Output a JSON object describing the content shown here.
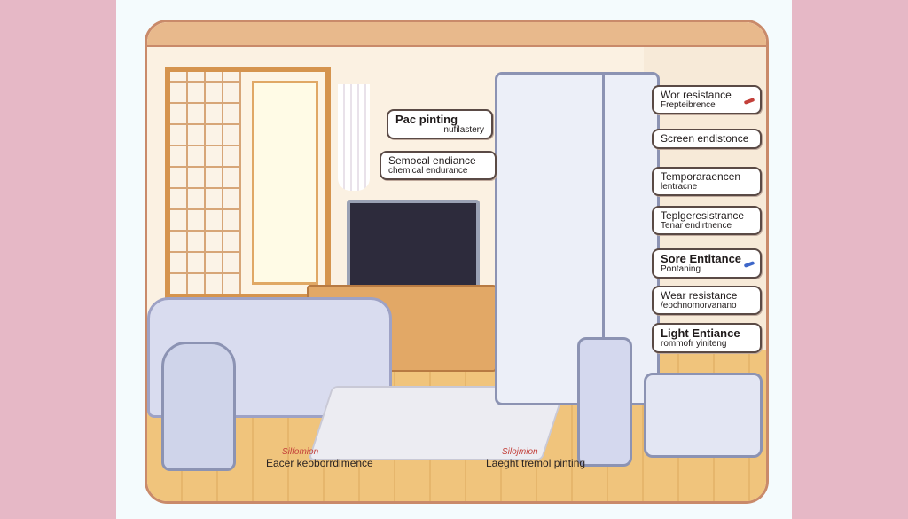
{
  "left_column_labels": [
    {
      "line1": "Pac pinting",
      "line2": "nufilastery"
    },
    {
      "line1": "Semocal endiance",
      "line2": "chemical endurance"
    }
  ],
  "right_column_labels": [
    {
      "line1": "Wor resistance",
      "line2": "Frepteibrence"
    },
    {
      "line1": "Screen endistonce",
      "line2": ""
    },
    {
      "line1": "Temporaraencen",
      "line2": "lentracne"
    },
    {
      "line1": "Teplgeresistrance",
      "line2": "Tenar endirtnence"
    },
    {
      "line1": "Sore Entitance",
      "line2": "Pontaning"
    },
    {
      "line1": "Wear resistance",
      "line2": "/eochnomorvanano"
    },
    {
      "line1": "Light Entiance",
      "line2": "rommofr yiniteng"
    }
  ],
  "bottom_notes": [
    {
      "red": "Silfomion",
      "text": "Eacer keoborrdimence"
    },
    {
      "red": "Silojmion",
      "text": "Laeght tremol pinting"
    }
  ],
  "colors": {
    "background": "#e6b8c6",
    "frame_border": "#c98a6a",
    "accent_red": "#c3403a"
  }
}
